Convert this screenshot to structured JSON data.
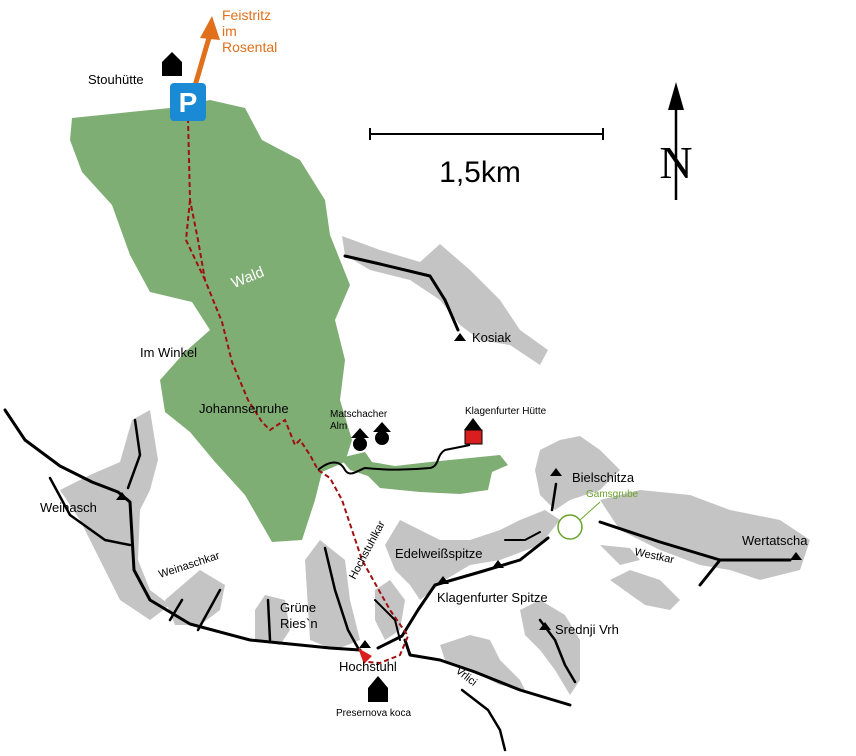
{
  "title_labels": {
    "feistritz": [
      "Feistritz",
      "im",
      "Rosental"
    ],
    "stouhuette": "Stouhütte",
    "parking": "P"
  },
  "scale": {
    "label": "1,5km"
  },
  "north_arrow": {
    "label": "N"
  },
  "areas": {
    "wald": "Wald",
    "im_winkel": "Im Winkel",
    "johannsenruhe": "Johannsenruhe",
    "matschacher_alm": [
      "Matschacher",
      "Alm"
    ],
    "klagenfurter_huette": "Klagenfurter Hütte",
    "kosiak": "Kosiak",
    "bielschitza": "Bielschitza",
    "gamsgrube": "Gamsgrube",
    "weinasch": "Weinasch",
    "weinaschkar": "Weinaschkar",
    "hochstuhlkar": "Hochstuhlkar",
    "edelweissspitze": "Edelweißspitze",
    "klagenfurter_spitze": "Klagenfurter Spitze",
    "wertatscha": "Wertatscha",
    "westkar": "Westkar",
    "gruene_riesn": [
      "Grüne",
      "Ries`n"
    ],
    "srednji_vrh": "Srednji Vrh",
    "hochstuhl": "Hochstuhl",
    "vrlici": "Vrlici",
    "presernova_koca": "Presernova koca"
  },
  "colors": {
    "forest": "#7fae74",
    "rock": "#c4c4c4",
    "route": "#a01010",
    "access": "#e0701c",
    "parking": "#1a8ad4",
    "hut": "#d81e1e"
  }
}
